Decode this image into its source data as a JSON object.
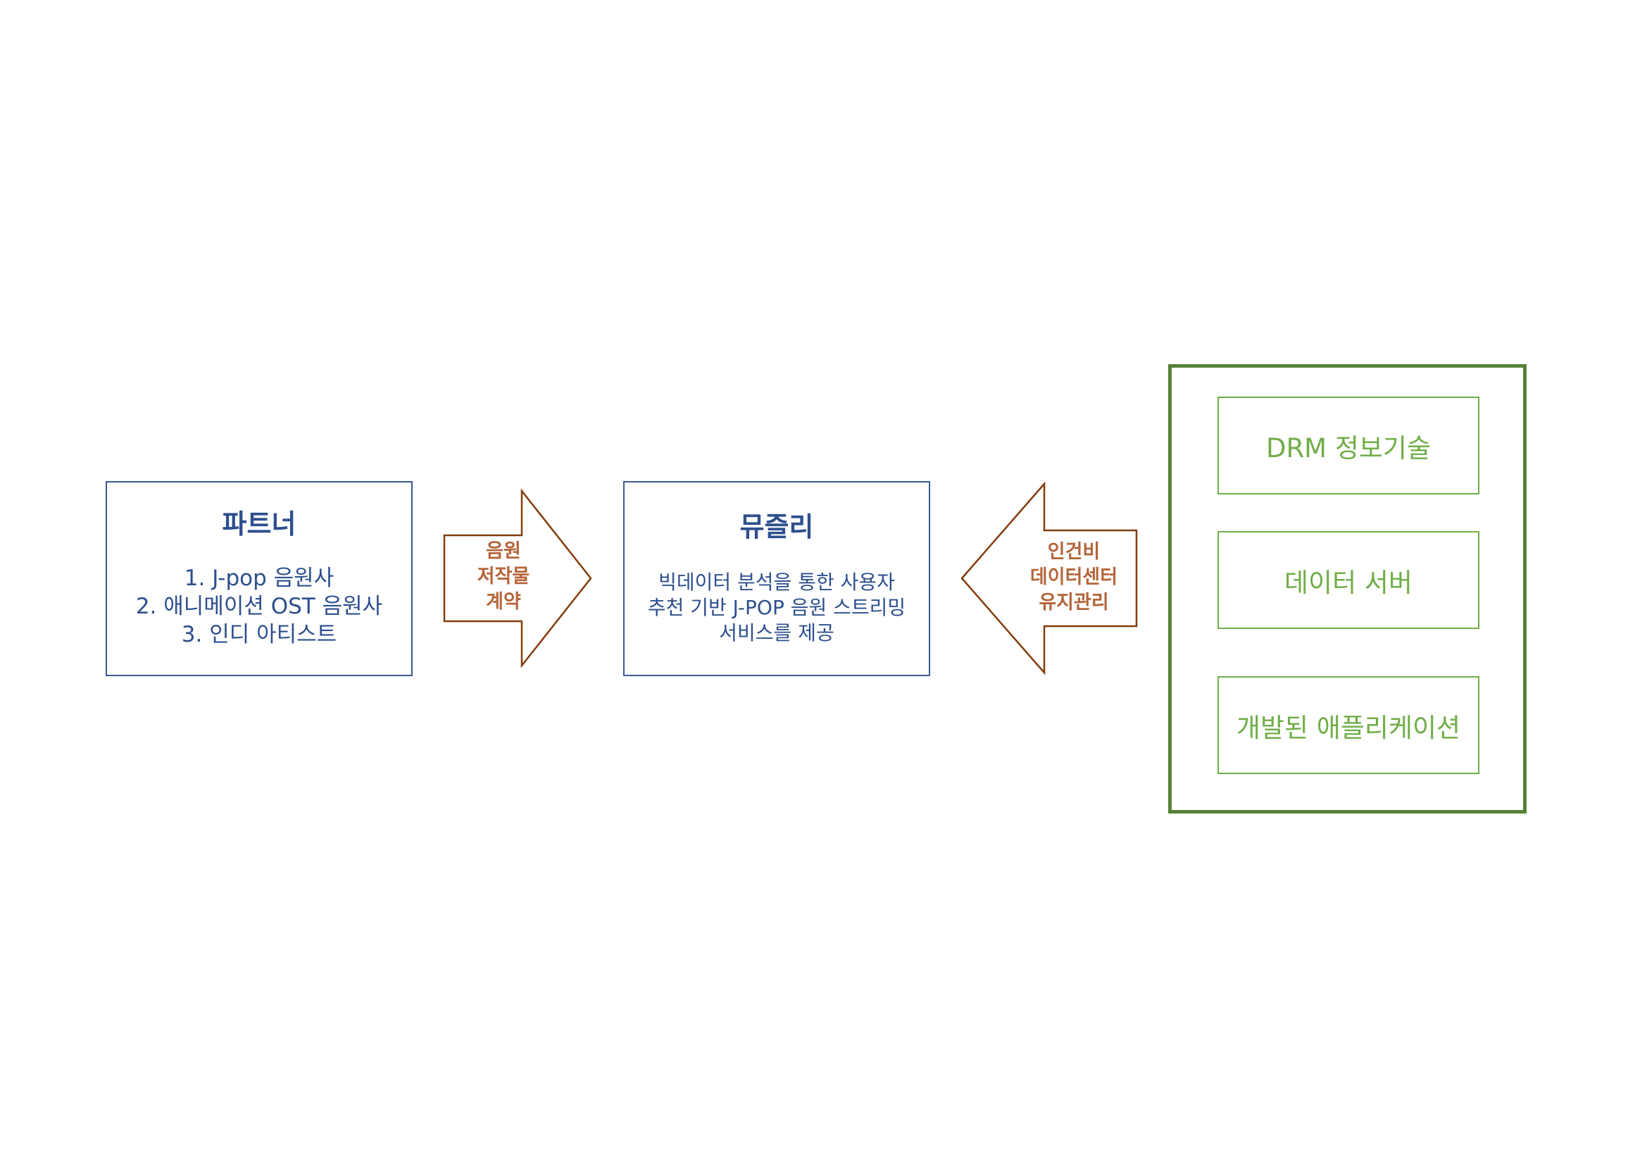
{
  "partner": {
    "title": "파트너",
    "lines": [
      "1. J-pop 음원사",
      "2. 애니메이션 OST 음원사",
      "3. 인디 아티스트"
    ]
  },
  "arrow_right": {
    "lines": [
      "음원",
      "저작물",
      "계약"
    ]
  },
  "musli": {
    "title": "뮤즐리",
    "lines": [
      "빅데이터 분석을 통한 사용자",
      "추천 기반 J-POP 음원 스트리밍",
      "서비스를 제공"
    ]
  },
  "arrow_left": {
    "lines": [
      "인건비",
      "데이터센터",
      "유지관리"
    ]
  },
  "tech": {
    "items": [
      "DRM 정보기술",
      "데이터 서버",
      "개발된 애플리케이션"
    ]
  },
  "colors": {
    "box_border": "#3c5a94",
    "box_text": "#2d4f8e",
    "arrow_stroke": "#843c0c",
    "arrow_text": "#b5653a",
    "container_border": "#548235",
    "tech_border": "#70ad47",
    "tech_text": "#70ad47"
  }
}
